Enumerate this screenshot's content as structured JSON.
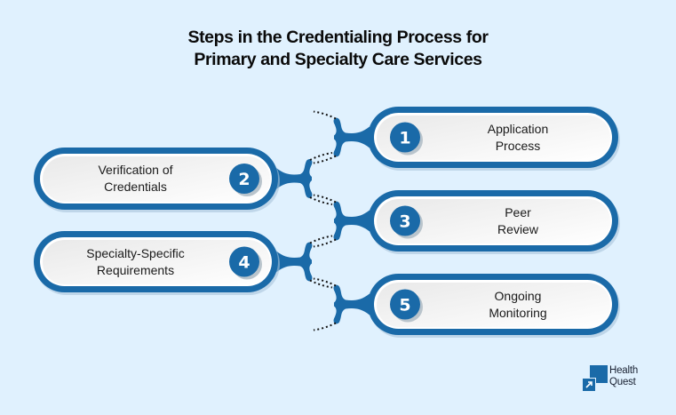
{
  "title": {
    "line1": "Steps in the Credentialing Process for",
    "line2": "Primary and Specialty Care Services"
  },
  "colors": {
    "background": "#e0f1fe",
    "accent": "#1a6aa8",
    "pill_fill": "#f2f2f2",
    "text": "#1a1a1a"
  },
  "steps": [
    {
      "number": "1",
      "line1": "Application",
      "line2": "Process",
      "side": "right"
    },
    {
      "number": "2",
      "line1": "Verification of",
      "line2": "Credentials",
      "side": "left"
    },
    {
      "number": "3",
      "line1": "Peer",
      "line2": "Review",
      "side": "right"
    },
    {
      "number": "4",
      "line1": "Specialty-Specific",
      "line2": "Requirements",
      "side": "left"
    },
    {
      "number": "5",
      "line1": "Ongoing",
      "line2": "Monitoring",
      "side": "right"
    }
  ],
  "logo": {
    "line1": "Health",
    "line2": "Quest",
    "icon": "arrow-up-right-icon"
  }
}
